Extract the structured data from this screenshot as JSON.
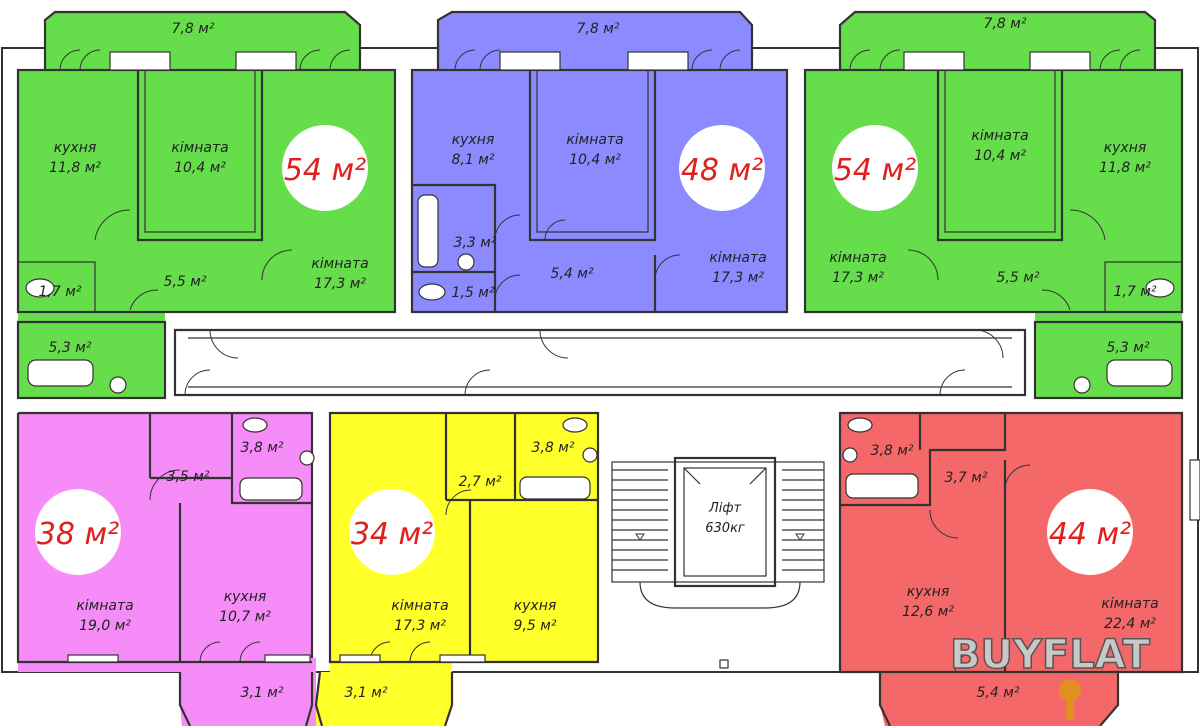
{
  "colors": {
    "green": "#66dd4a",
    "blue": "#8b8bff",
    "magenta": "#f58cf7",
    "yellow": "#ffff2a",
    "red": "#f5686a",
    "area_text": "#e0201f"
  },
  "apt_g1": {
    "total": "54 м²",
    "balcony": "7,8 м²",
    "kitchen_name": "кухня",
    "kitchen_area": "11,8 м²",
    "room1_name": "кімната",
    "room1_area": "10,4 м²",
    "room2_name": "кімната",
    "room2_area": "17,3 м²",
    "hall": "5,5 м²",
    "wc": "1,7 м²",
    "bath": "5,3 м²"
  },
  "apt_b": {
    "total": "48 м²",
    "balcony": "7,8 м²",
    "kitchen_name": "кухня",
    "kitchen_area": "8,1 м²",
    "room1_name": "кімната",
    "room1_area": "10,4 м²",
    "room2_name": "кімната",
    "room2_area": "17,3 м²",
    "bath": "3,3 м²",
    "wc": "1,5 м²",
    "hall": "5,4 м²"
  },
  "apt_g2": {
    "total": "54 м²",
    "balcony": "7,8 м²",
    "kitchen_name": "кухня",
    "kitchen_area": "11,8 м²",
    "room1_name": "кімната",
    "room1_area": "10,4 м²",
    "room2_name": "кімната",
    "room2_area": "17,3 м²",
    "hall": "5,5 м²",
    "wc": "1,7 м²",
    "bath": "5,3 м²"
  },
  "apt_m": {
    "total": "38 м²",
    "bath": "3,8 м²",
    "hall": "3,5 м²",
    "room_name": "кімната",
    "room_area": "19,0 м²",
    "kitchen_name": "кухня",
    "kitchen_area": "10,7 м²",
    "balcony": "3,1 м²"
  },
  "apt_y": {
    "total": "34 м²",
    "bath": "3,8 м²",
    "hall": "2,7 м²",
    "room_name": "кімната",
    "room_area": "17,3 м²",
    "kitchen_name": "кухня",
    "kitchen_area": "9,5 м²",
    "balcony": "3,1 м²"
  },
  "apt_r": {
    "total": "44 м²",
    "bath": "3,8 м²",
    "hall": "3,7 м²",
    "kitchen_name": "кухня",
    "kitchen_area": "12,6 м²",
    "room_name": "кімната",
    "room_area": "22,4 м²",
    "balcony": "5,4 м²"
  },
  "lift": {
    "line1": "Ліфт",
    "line2": "630кг"
  },
  "logo": {
    "text": "BUYFLAT"
  }
}
